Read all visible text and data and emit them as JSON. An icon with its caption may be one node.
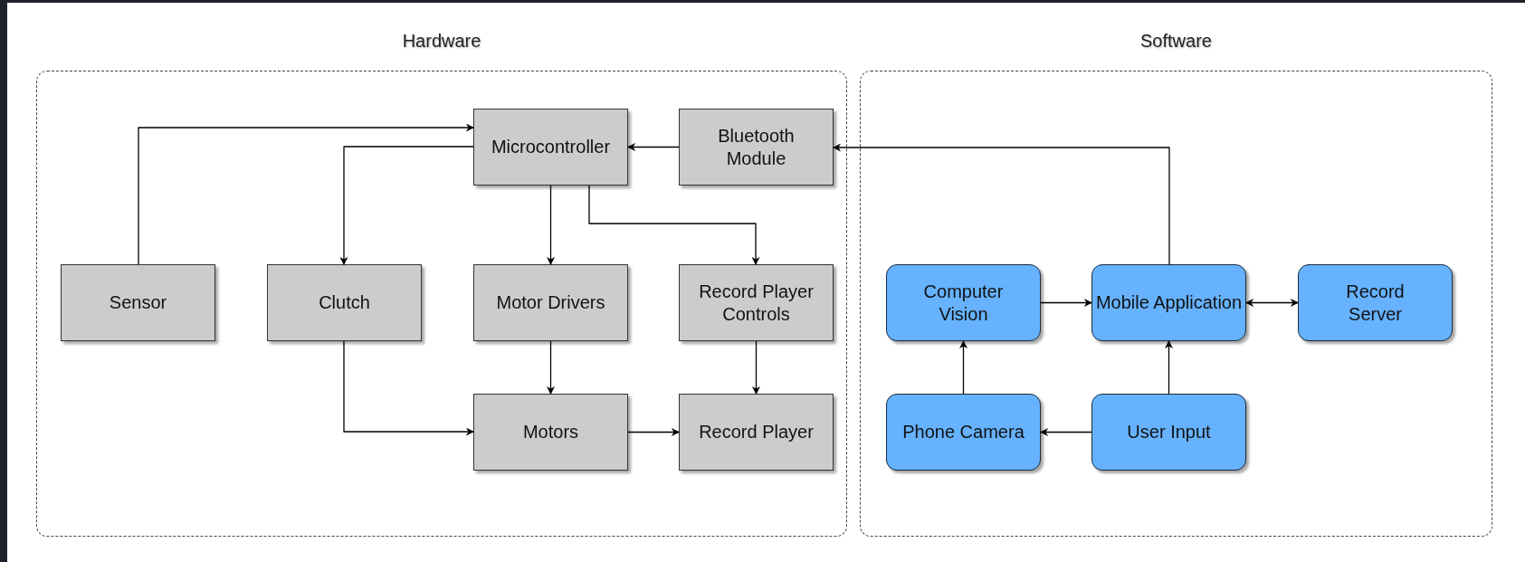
{
  "diagram": {
    "nodes": [
      {
        "text": [
          "Hardware"
        ]
      },
      {
        "text": [
          "Software"
        ]
      },
      {
        "text": [
          "Microcontroller"
        ],
        "in": 0
      },
      {
        "text": [
          "Bluetooth Module"
        ],
        "in": 0
      },
      {
        "text": [
          "Sensor"
        ],
        "in": 0
      },
      {
        "text": [
          "Clutch"
        ],
        "in": 0
      },
      {
        "text": [
          "Motor Drivers"
        ],
        "in": 0
      },
      {
        "text": [
          "Record Player Controls"
        ],
        "in": 0
      },
      {
        "text": [
          "Motors"
        ],
        "in": 0
      },
      {
        "text": [
          "Record Player"
        ],
        "in": 0
      },
      {
        "text": [
          "Computer Vision"
        ],
        "in": 1
      },
      {
        "text": [
          "Mobile Application"
        ],
        "in": 1
      },
      {
        "text": [
          "Record Server"
        ],
        "in": 1
      },
      {
        "text": [
          "Phone Camera"
        ],
        "in": 1
      },
      {
        "text": [
          "User Input"
        ],
        "in": 1
      }
    ],
    "edges": [
      {
        "from": 4,
        "to": 2,
        "arrow": "to"
      },
      {
        "from": 2,
        "to": 5,
        "arrow": "to"
      },
      {
        "from": 2,
        "to": 6,
        "arrow": "to"
      },
      {
        "from": 2,
        "to": 7,
        "arrow": "to"
      },
      {
        "from": 3,
        "to": 2,
        "arrow": "to"
      },
      {
        "from": 5,
        "to": 8,
        "arrow": "to"
      },
      {
        "from": 6,
        "to": 8,
        "arrow": "to"
      },
      {
        "from": 7,
        "to": 9,
        "arrow": "to"
      },
      {
        "from": 8,
        "to": 9,
        "arrow": "to"
      },
      {
        "from": 11,
        "to": 3,
        "arrow": "to"
      },
      {
        "from": 10,
        "to": 11,
        "arrow": "to"
      },
      {
        "from": 11,
        "to": 12,
        "arrow": "both"
      },
      {
        "from": 14,
        "to": 11,
        "arrow": "to"
      },
      {
        "from": 14,
        "to": 13,
        "arrow": "to"
      },
      {
        "from": 13,
        "to": 10,
        "arrow": "to"
      }
    ]
  }
}
